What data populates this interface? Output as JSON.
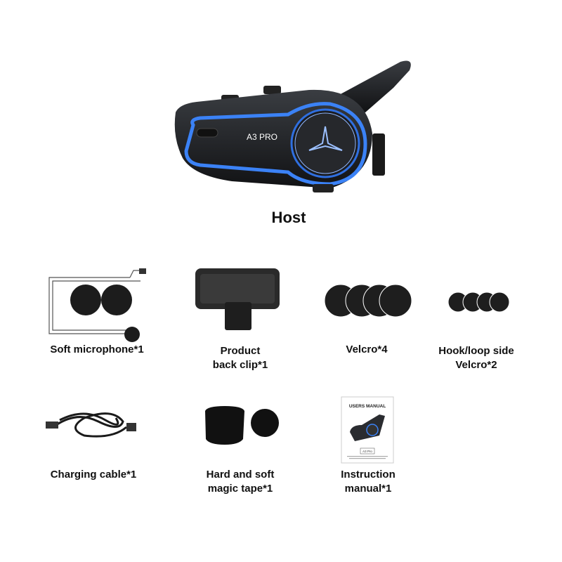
{
  "host": {
    "device_label": "A3 PRO",
    "caption": "Host",
    "accent_color": "#2f6fe0"
  },
  "accessories": [
    {
      "lines": [
        "Soft  microphone*1"
      ]
    },
    {
      "lines": [
        "Product",
        "back clip*1"
      ]
    },
    {
      "lines": [
        "Velcro*4"
      ]
    },
    {
      "lines": [
        "Hook/loop side",
        "Velcro*2"
      ]
    },
    {
      "lines": [
        "Charging cable*1"
      ]
    },
    {
      "lines": [
        "Hard and soft",
        "magic tape*1"
      ]
    },
    {
      "lines": [
        "Instruction",
        "manual*1"
      ]
    }
  ],
  "manual": {
    "title": "USERS MANUAL",
    "badge": "A3 Pro"
  }
}
